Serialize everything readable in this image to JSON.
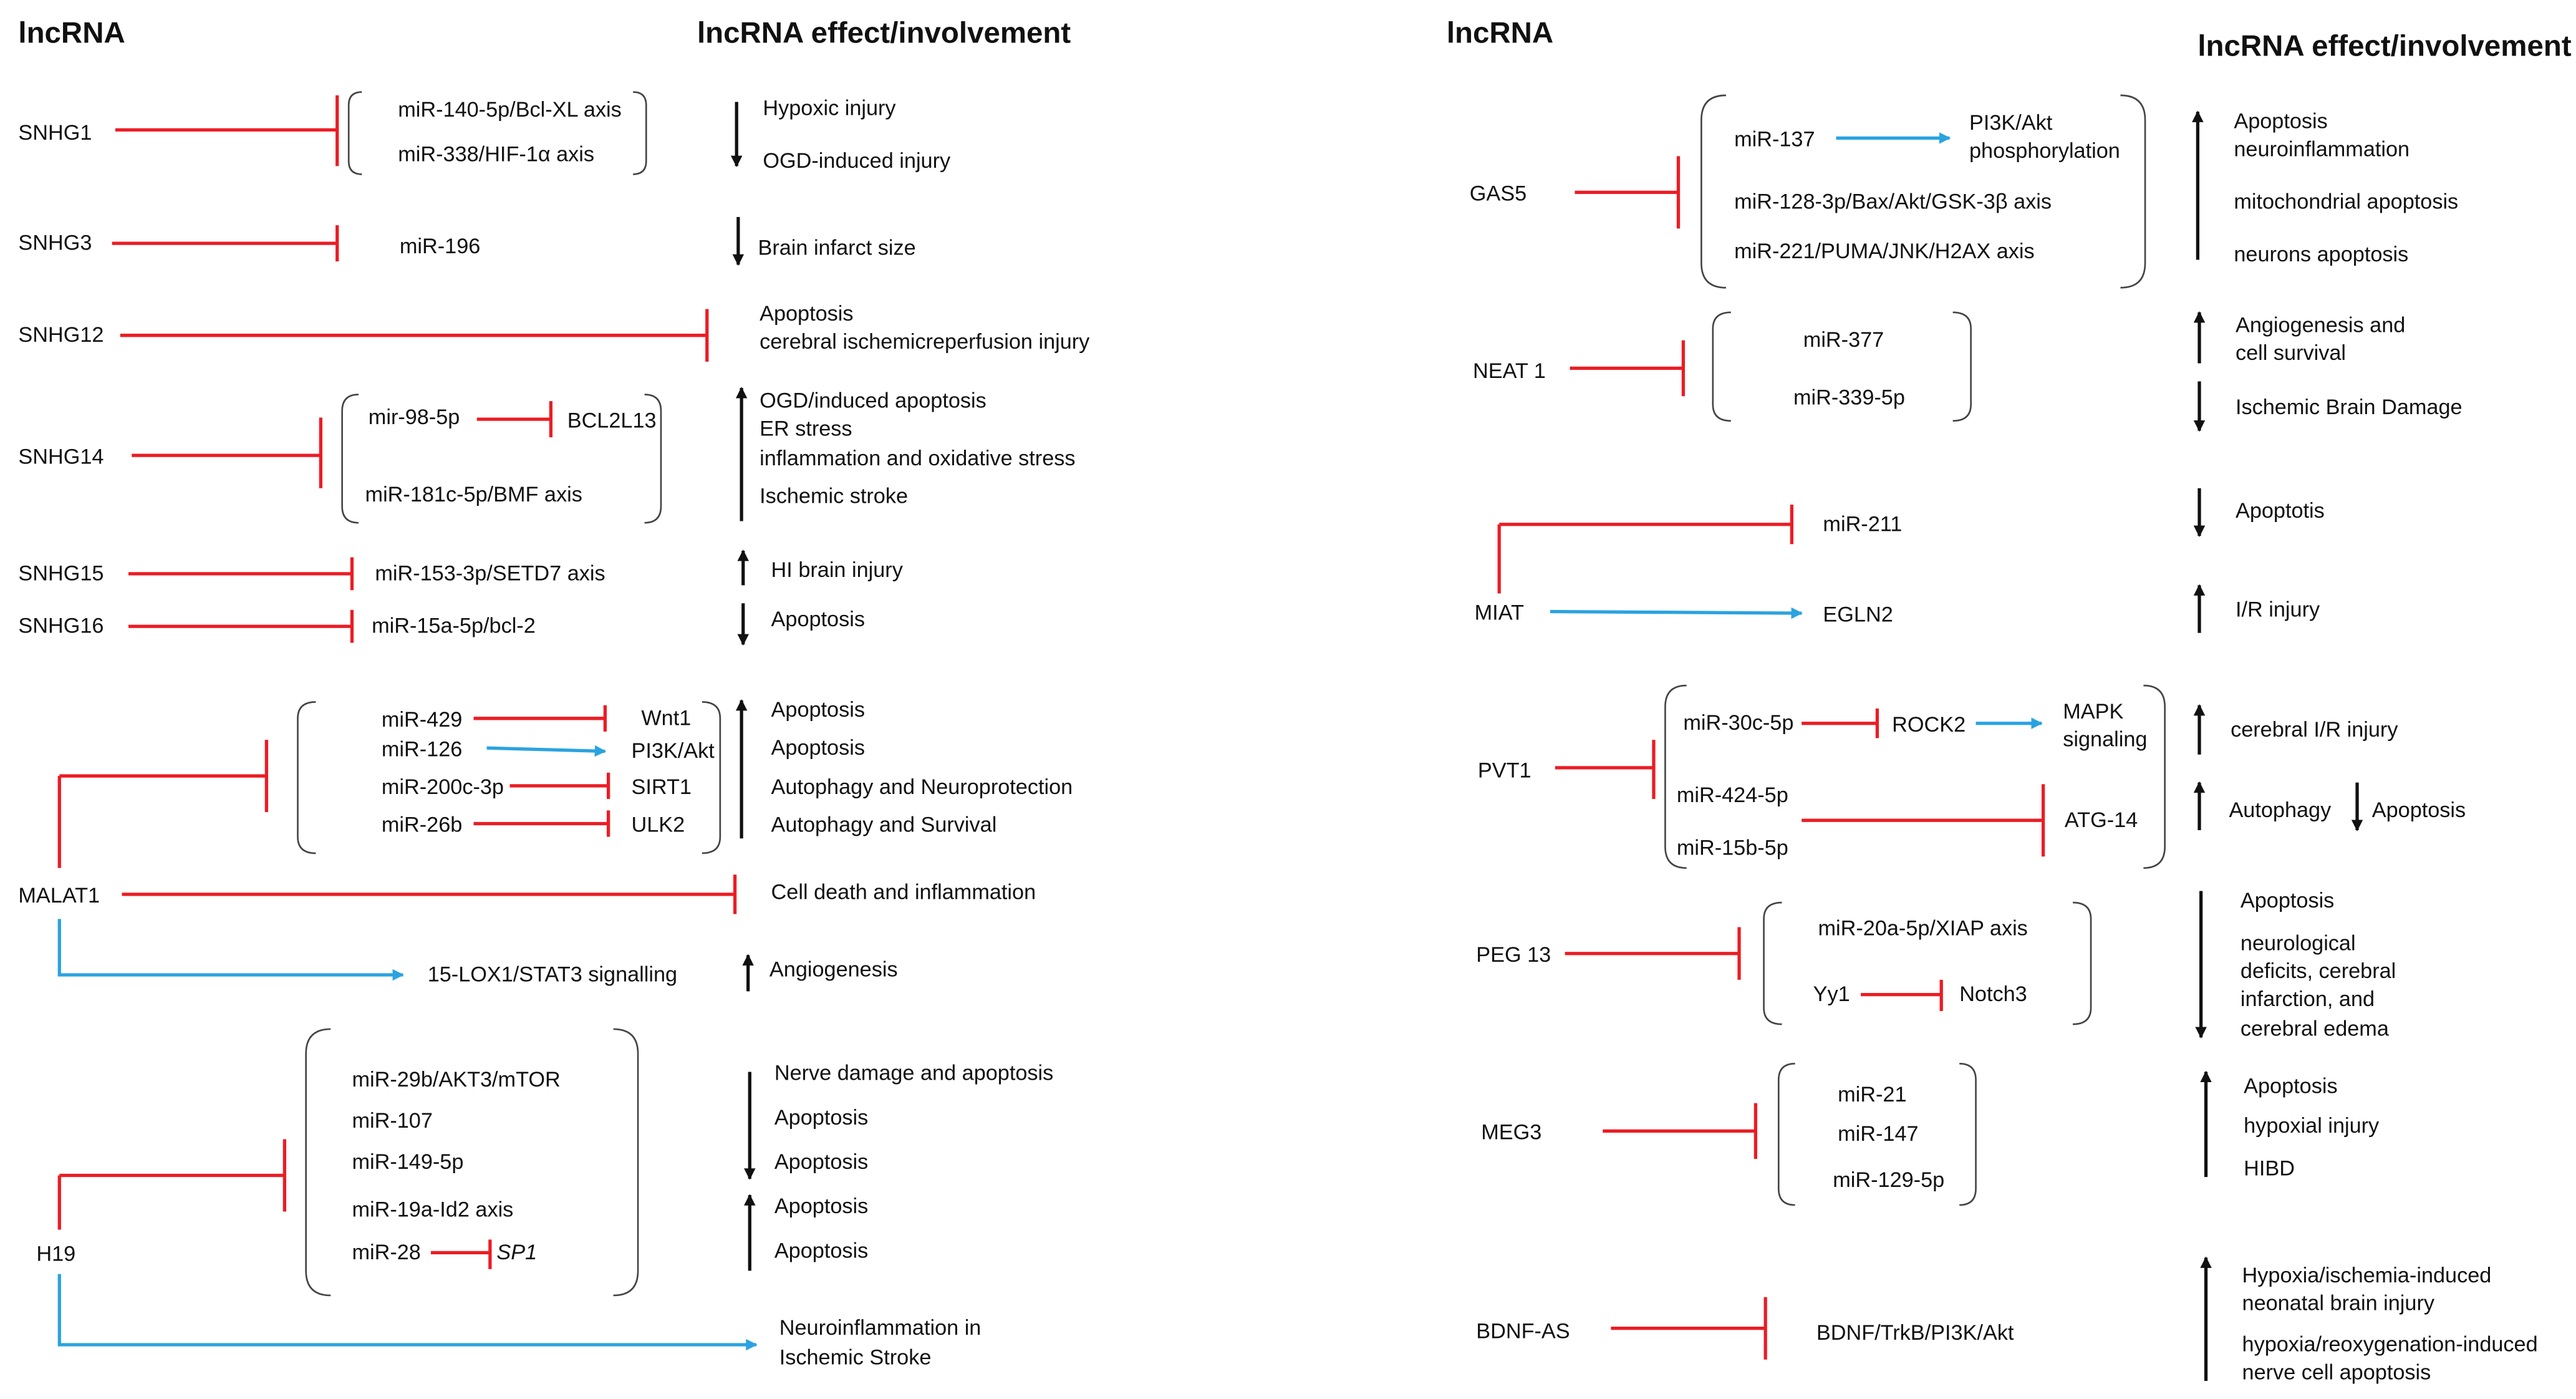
{
  "colors": {
    "inhibit": "#ec1c24",
    "activate": "#2aa3e0",
    "arrow": "#111111",
    "bracket": "#444444",
    "text": "#111111"
  },
  "headers": {
    "lnc_left": "lncRNA",
    "effect_left": "lncRNA effect/involvement",
    "lnc_right": "lncRNA",
    "effect_right": "lncRNA effect/involvement"
  },
  "left": {
    "snhg1": {
      "name": "SNHG1",
      "t1": "miR-140-5p/Bcl-XL axis",
      "t2": "miR-338/HIF-1α axis",
      "e1": "Hypoxic injury",
      "e2": "OGD-induced injury"
    },
    "snhg3": {
      "name": "SNHG3",
      "t1": "miR-196",
      "e1": "Brain infarct size"
    },
    "snhg12": {
      "name": "SNHG12",
      "e1": "Apoptosis",
      "e2": "cerebral ischemicreperfusion injury"
    },
    "snhg14": {
      "name": "SNHG14",
      "t1": "mir-98-5p",
      "t1b": "BCL2L13",
      "t2": "miR-181c-5p/BMF axis",
      "e1": "OGD/induced apoptosis",
      "e2": "ER stress",
      "e3": "inflammation and oxidative stress",
      "e4": "Ischemic stroke"
    },
    "snhg15": {
      "name": "SNHG15",
      "t1": "miR-153-3p/SETD7 axis",
      "e1": "HI brain injury"
    },
    "snhg16": {
      "name": "SNHG16",
      "t1": "miR-15a-5p/bcl-2",
      "e1": "Apoptosis"
    },
    "malat1": {
      "name": "MALAT1",
      "m1": "miR-429",
      "g1": "Wnt1",
      "m2": "miR-126",
      "g2": "PI3K/Akt",
      "m3": "miR-200c-3p",
      "g3": "SIRT1",
      "m4": "miR-26b",
      "g4": "ULK2",
      "e1": "Apoptosis",
      "e2": "Apoptosis",
      "e3": "Autophagy and Neuroprotection",
      "e4": "Autophagy and Survival",
      "e5": "Cell death and inflammation",
      "lox": "15-LOX1/STAT3 signalling",
      "e6": "Angiogenesis"
    },
    "h19": {
      "name": "H19",
      "m1": "miR-29b/AKT3/mTOR",
      "m2": "miR-107",
      "m3": "miR-149-5p",
      "m4": "miR-19a-Id2 axis",
      "m5": "miR-28",
      "sp1": "SP1",
      "e1": "Nerve damage and apoptosis",
      "e2": "Apoptosis",
      "e3": "Apoptosis",
      "e4": "Apoptosis",
      "e5": "Apoptosis",
      "e6": "Neuroinflammation in",
      "e7": "Ischemic Stroke"
    }
  },
  "right": {
    "gas5": {
      "name": "GAS5",
      "m1": "miR-137",
      "pi3k1": "PI3K/Akt",
      "pi3k2": "phosphorylation",
      "m2": "miR-128-3p/Bax/Akt/GSK-3β axis",
      "m3": "miR-221/PUMA/JNK/H2AX axis",
      "e1": "Apoptosis",
      "e2": "neuroinflammation",
      "e3": "mitochondrial apoptosis",
      "e4": "neurons apoptosis"
    },
    "neat1": {
      "name": "NEAT 1",
      "m1": "miR-377",
      "m2": "miR-339-5p",
      "e1": "Angiogenesis and",
      "e2": "cell survival",
      "e3": "Ischemic Brain Damage"
    },
    "miat": {
      "name": "MIAT",
      "m1": "miR-211",
      "m2": "EGLN2",
      "e1": "Apoptotis",
      "e2": "I/R injury"
    },
    "pvt1": {
      "name": "PVT1",
      "m1": "miR-30c-5p",
      "rock": "ROCK2",
      "mapk1": "MAPK",
      "mapk2": "signaling",
      "m2": "miR-424-5p",
      "m3": "miR-15b-5p",
      "atg": "ATG-14",
      "e1": "cerebral I/R injury",
      "e2": "Autophagy",
      "e3": "Apoptosis"
    },
    "peg13": {
      "name": "PEG 13",
      "m1": "miR-20a-5p/XIAP axis",
      "yy1": "Yy1",
      "notch": "Notch3",
      "e1": "Apoptosis",
      "e2": "neurological",
      "e3": "deficits, cerebral",
      "e4": "infarction, and",
      "e5": "cerebral edema"
    },
    "meg3": {
      "name": "MEG3",
      "m1": "miR-21",
      "m2": "miR-147",
      "m3": "miR-129-5p",
      "e1": "Apoptosis",
      "e2": "hypoxial injury",
      "e3": "HIBD"
    },
    "bdnf": {
      "name": "BDNF-AS",
      "m1": "BDNF/TrkB/PI3K/Akt",
      "e1": "Hypoxia/ischemia-induced",
      "e2": "neonatal brain injury",
      "e3": "hypoxia/reoxygenation-induced",
      "e4": "nerve cell apoptosis"
    }
  }
}
